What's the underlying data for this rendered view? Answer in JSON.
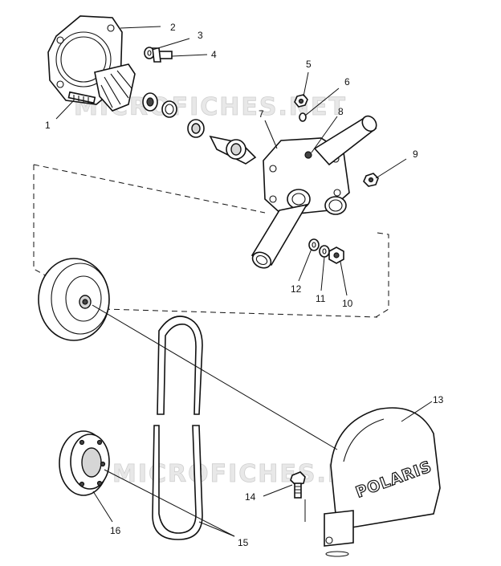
{
  "watermark": {
    "text": "MICROFICHES.NET"
  },
  "brand_logo": {
    "text": "POLARIS"
  },
  "callouts": [
    {
      "id": "c1",
      "label": "1"
    },
    {
      "id": "c2",
      "label": "2"
    },
    {
      "id": "c3",
      "label": "3"
    },
    {
      "id": "c4",
      "label": "4"
    },
    {
      "id": "c5",
      "label": "5"
    },
    {
      "id": "c6",
      "label": "6"
    },
    {
      "id": "c7",
      "label": "7"
    },
    {
      "id": "c8",
      "label": "8"
    },
    {
      "id": "c9",
      "label": "9"
    },
    {
      "id": "c10",
      "label": "10"
    },
    {
      "id": "c11",
      "label": "11"
    },
    {
      "id": "c12",
      "label": "12"
    },
    {
      "id": "c13",
      "label": "13"
    },
    {
      "id": "c14",
      "label": "14"
    },
    {
      "id": "c15",
      "label": "15"
    },
    {
      "id": "c16",
      "label": "16"
    }
  ]
}
